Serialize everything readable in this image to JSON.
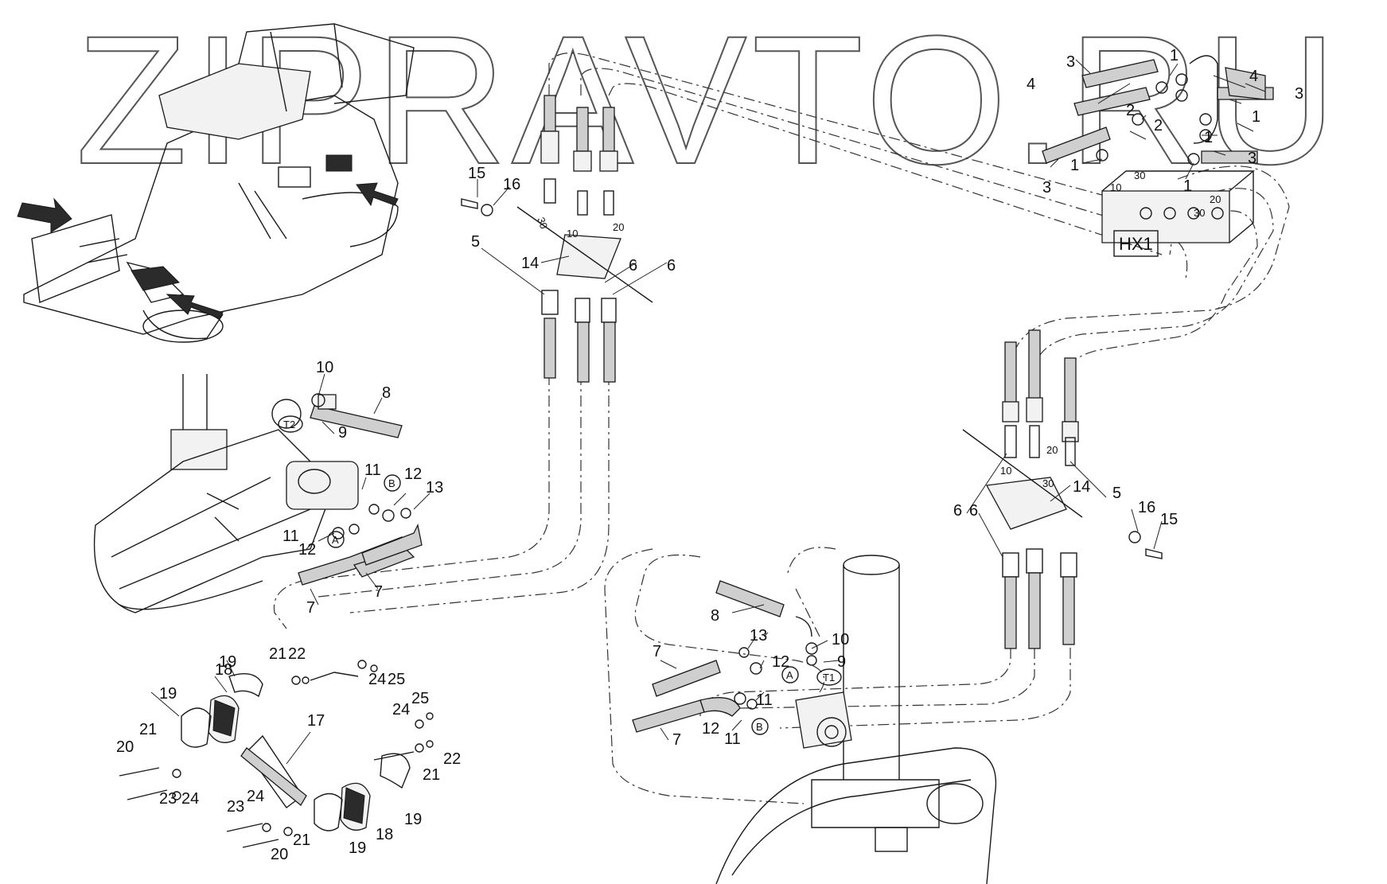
{
  "watermark": "ZIPRAVTO.RU",
  "manifold_label": "HX1",
  "port_labels": {
    "p10": "10",
    "p20": "20",
    "p30": "30"
  },
  "circle_tags": {
    "t1": "T1",
    "t2": "T2",
    "a": "A",
    "b": "B"
  },
  "callouts": [
    {
      "id": "c1",
      "text": "1"
    },
    {
      "id": "c2",
      "text": "1"
    },
    {
      "id": "c3",
      "text": "1"
    },
    {
      "id": "c4",
      "text": "1"
    },
    {
      "id": "c5",
      "text": "1"
    },
    {
      "id": "c6",
      "text": "2"
    },
    {
      "id": "c7",
      "text": "2"
    },
    {
      "id": "c8",
      "text": "3"
    },
    {
      "id": "c9",
      "text": "3"
    },
    {
      "id": "c10",
      "text": "3"
    },
    {
      "id": "c11",
      "text": "3"
    },
    {
      "id": "c12",
      "text": "4"
    },
    {
      "id": "c13",
      "text": "4"
    },
    {
      "id": "c14",
      "text": "5"
    },
    {
      "id": "c15",
      "text": "5"
    },
    {
      "id": "c16",
      "text": "6"
    },
    {
      "id": "c17",
      "text": "6"
    },
    {
      "id": "c18",
      "text": "6"
    },
    {
      "id": "c19",
      "text": "6"
    },
    {
      "id": "c20",
      "text": "7"
    },
    {
      "id": "c21",
      "text": "7"
    },
    {
      "id": "c22",
      "text": "7"
    },
    {
      "id": "c23",
      "text": "7"
    },
    {
      "id": "c24",
      "text": "8"
    },
    {
      "id": "c25",
      "text": "8"
    },
    {
      "id": "c26",
      "text": "9"
    },
    {
      "id": "c27",
      "text": "9"
    },
    {
      "id": "c28",
      "text": "10"
    },
    {
      "id": "c29",
      "text": "10"
    },
    {
      "id": "c30",
      "text": "11"
    },
    {
      "id": "c31",
      "text": "11"
    },
    {
      "id": "c32",
      "text": "11"
    },
    {
      "id": "c33",
      "text": "11"
    },
    {
      "id": "c34",
      "text": "12"
    },
    {
      "id": "c35",
      "text": "12"
    },
    {
      "id": "c36",
      "text": "12"
    },
    {
      "id": "c37",
      "text": "12"
    },
    {
      "id": "c38",
      "text": "13"
    },
    {
      "id": "c39",
      "text": "13"
    },
    {
      "id": "c40",
      "text": "14"
    },
    {
      "id": "c41",
      "text": "14"
    },
    {
      "id": "c42",
      "text": "15"
    },
    {
      "id": "c43",
      "text": "15"
    },
    {
      "id": "c44",
      "text": "16"
    },
    {
      "id": "c45",
      "text": "16"
    },
    {
      "id": "c46",
      "text": "17"
    },
    {
      "id": "c47",
      "text": "18"
    },
    {
      "id": "c48",
      "text": "18"
    },
    {
      "id": "c49",
      "text": "19"
    },
    {
      "id": "c50",
      "text": "19"
    },
    {
      "id": "c51",
      "text": "19"
    },
    {
      "id": "c52",
      "text": "19"
    },
    {
      "id": "c53",
      "text": "20"
    },
    {
      "id": "c54",
      "text": "20"
    },
    {
      "id": "c55",
      "text": "21"
    },
    {
      "id": "c56",
      "text": "21"
    },
    {
      "id": "c57",
      "text": "21"
    },
    {
      "id": "c58",
      "text": "21"
    },
    {
      "id": "c59",
      "text": "22"
    },
    {
      "id": "c60",
      "text": "22"
    },
    {
      "id": "c61",
      "text": "23"
    },
    {
      "id": "c62",
      "text": "23"
    },
    {
      "id": "c63",
      "text": "24"
    },
    {
      "id": "c64",
      "text": "24"
    },
    {
      "id": "c65",
      "text": "24"
    },
    {
      "id": "c66",
      "text": "24"
    },
    {
      "id": "c67",
      "text": "25"
    },
    {
      "id": "c68",
      "text": "25"
    }
  ]
}
